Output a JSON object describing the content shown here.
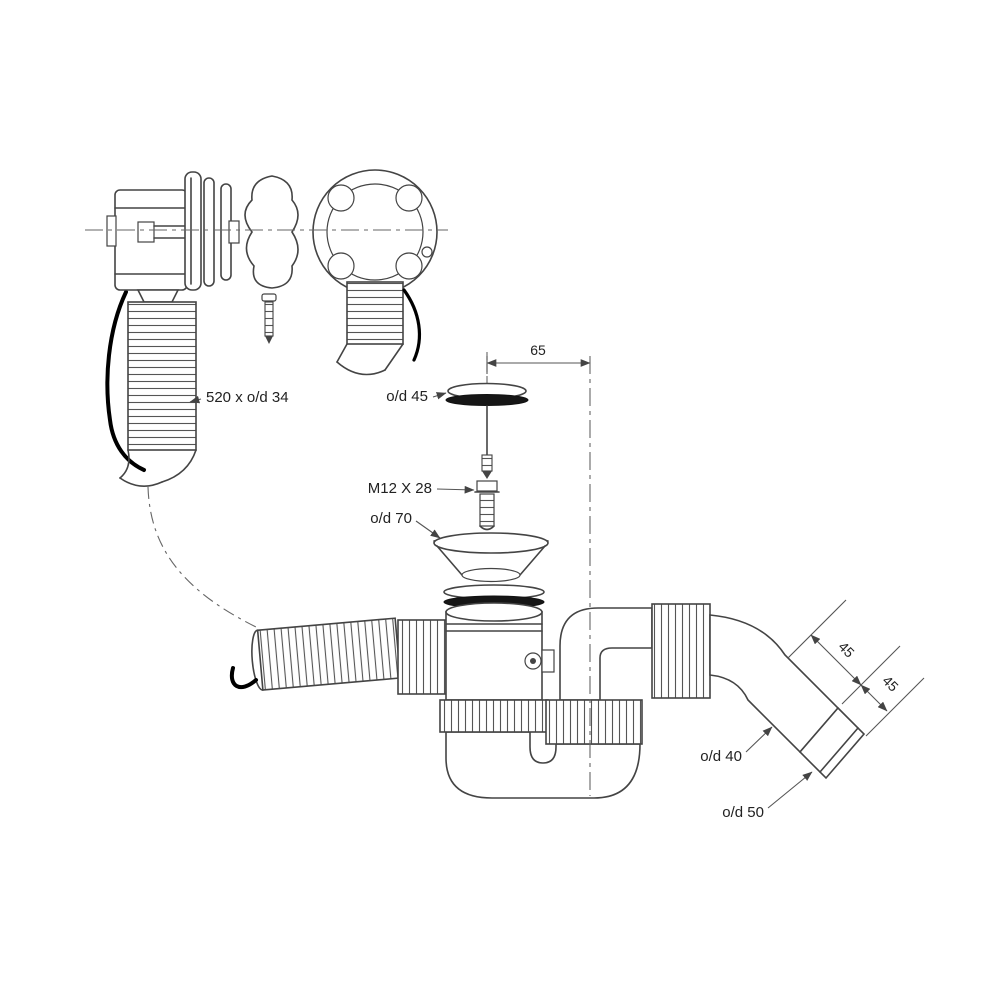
{
  "diagram": {
    "labels": {
      "hose_size": "520 x o/d 34",
      "dim_top": "65",
      "plug_od": "o/d 45",
      "screw": "M12 X 28",
      "flange_od": "o/d 70",
      "dim_elbow_1": "45",
      "dim_elbow_2": "45",
      "outlet_od": "o/d 40",
      "socket_od": "o/d 50"
    },
    "colors": {
      "line": "#444444",
      "dark_fill": "#161616",
      "background": "#ffffff"
    }
  }
}
